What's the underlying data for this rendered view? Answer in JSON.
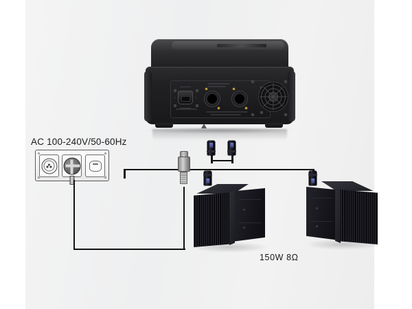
{
  "diagram": {
    "title": "Powered amplifier to passive speakers connection diagram",
    "background_color": "#f1f2f2",
    "page_color": "#ffffff"
  },
  "labels": {
    "ac_input": "AC 100-240V/50-60Hz",
    "speaker_rating": "150W 8Ω"
  },
  "wall_outlet": {
    "name": "wall socket panel",
    "sockets": [
      {
        "type": "round-3pin-socket",
        "state": "empty"
      },
      {
        "type": "power-plug-inserted",
        "state": "connected"
      },
      {
        "type": "cylinder-outlet",
        "state": "empty"
      }
    ]
  },
  "amplifier": {
    "name": "rack case power amplifier (rear panel)",
    "color": "#1d1d1f",
    "connectors": [
      {
        "name": "iec-power-inlet",
        "type": "IEC C14"
      },
      {
        "name": "speakon-output-1",
        "type": "speakON NL4"
      },
      {
        "name": "speakon-output-2",
        "type": "speakON NL4"
      },
      {
        "name": "cooling-fan",
        "type": "fan grille"
      }
    ]
  },
  "cables": [
    {
      "name": "ac-power-cable",
      "from": "wall socket panel",
      "to": "amplifier IEC inlet",
      "color": "#121212"
    },
    {
      "name": "speaker-y-cable",
      "from": "amplifier speakON outputs",
      "to": "speaker 1 and speaker 2",
      "color": "#121212",
      "split": true
    }
  ],
  "connectors": {
    "power_connector": {
      "name": "powercon-connector",
      "color": "#b0b0b0"
    },
    "speakon_y_left": {
      "name": "speakon-plug"
    },
    "speakon_y_right": {
      "name": "speakon-plug"
    },
    "speakon_speaker_1": {
      "name": "speakon-plug"
    },
    "speakon_speaker_2": {
      "name": "speakon-plug"
    }
  },
  "speakers": [
    {
      "name": "speaker-left",
      "rating": "150W 8Ω",
      "color": "#16161c"
    },
    {
      "name": "speaker-right",
      "rating": "150W 8Ω",
      "color": "#16161c"
    }
  ]
}
